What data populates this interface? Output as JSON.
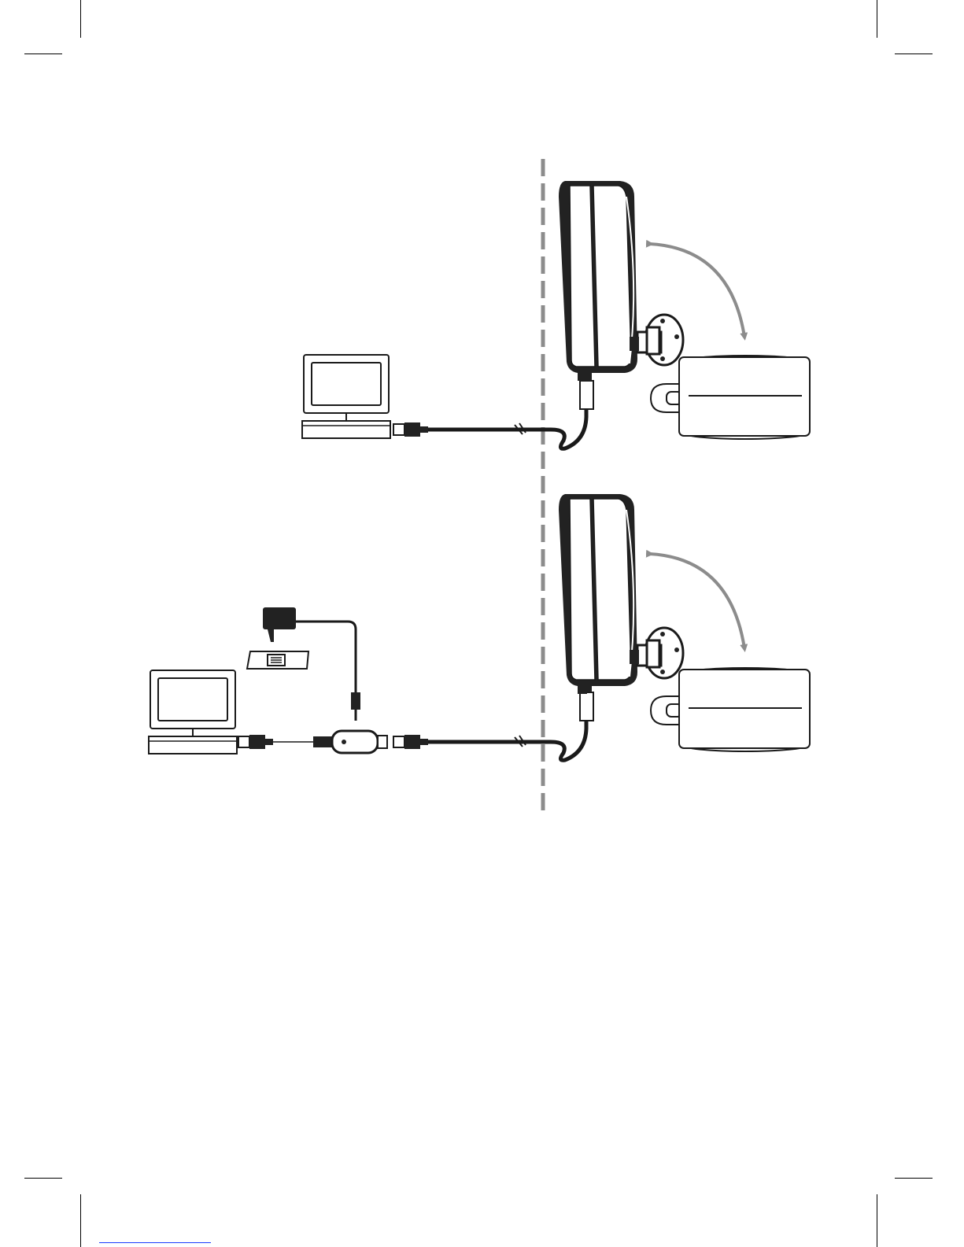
{
  "diagram": {
    "type": "installation-illustration",
    "colors": {
      "line": "#1a1a1a",
      "device_fill": "#ffffff",
      "antenna_dark": "#222222",
      "wall_line": "#8c8c8c",
      "arrow": "#8c8c8c",
      "footer_link": "#1a3cff"
    },
    "panels": [
      {
        "id": "direct-connection",
        "components": [
          "tv-icon",
          "coax-cable-icon",
          "wall-divider",
          "outdoor-antenna-icon",
          "wall-mount-bracket-icon",
          "rotation-arrow-icon",
          "mast-clamp-icon"
        ]
      },
      {
        "id": "amplified-connection",
        "components": [
          "tv-icon",
          "power-adapter-icon",
          "power-injector-icon",
          "coax-cable-icon",
          "wall-divider",
          "outdoor-antenna-icon",
          "wall-mount-bracket-icon",
          "rotation-arrow-icon",
          "mast-clamp-icon"
        ]
      }
    ]
  }
}
